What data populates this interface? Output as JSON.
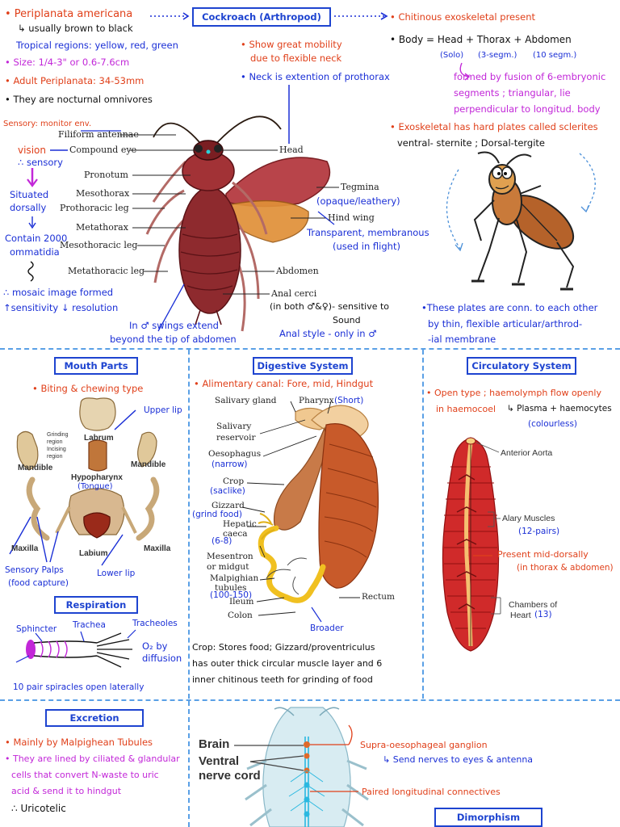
{
  "top": {
    "title": "Cockroach (Arthropod)",
    "species": "• Periplanata americana",
    "color_note": "usually brown to black",
    "regions": "Tropical regions: yellow, red, green",
    "size": "• Size: 1/4-3\" or 0.6-7.6cm",
    "adult": "• Adult Periplanata: 34-53mm",
    "nocturnal": "• They are nocturnal omnivores",
    "mobility_1": "• Show great mobility",
    "mobility_2": "due to flexible neck",
    "neck": "• Neck is extention of prothorax",
    "chitinous": "• Chitinous exoskeletal present",
    "body_eq": "• Body = Head + Thorax + Abdomen",
    "body_solo": "(Solo)",
    "body_thorax": "(3-segm.)",
    "body_abd": "(10 segm.)",
    "fusion_1": "formed by fusion of 6-embryonic",
    "fusion_2": "segments ; triangular, lie",
    "fusion_3": "perpendicular to longitud. body",
    "plates": "• Exoskeletal has hard plates called sclerites",
    "sternite": "ventral- sternite ; Dorsal-tergite",
    "conn_1": "•These plates are conn. to each other",
    "conn_2": "by thin, flexible articular/arthrod-",
    "conn_3": "-ial membrane",
    "sensory": "Sensory: monitor env.",
    "vision": "vision",
    "sensory2": "∴ sensory",
    "situated_1": "Situated",
    "situated_2": "dorsally",
    "contain_1": "Contain 2000",
    "contain_2": "ommatidia",
    "mosaic": "∴ mosaic image formed",
    "sensitivity": "↑sensitivity ↓ resolution",
    "swings_1": "In ♂ swings extend",
    "swings_2": "beyond the tip of abdomen",
    "opaque": "(opaque/leathery)",
    "transparent_1": "Transparent, membranous",
    "transparent_2": "(used in flight)",
    "cerci_1": "(in both ♂&♀)- sensitive to",
    "cerci_2": "Sound",
    "anal_style": "Anal style - only in ♂"
  },
  "anatomy_labels": {
    "filiform": "Filiform antennae",
    "compound_eye": "Compound eye",
    "pronotum": "Pronotum",
    "mesothorax": "Mesothorax",
    "prothoracic_leg": "Prothoracic leg",
    "metathorax": "Metathorax",
    "mesothoracic_leg": "Mesothoracic leg",
    "metathoracic_leg": "Metathoracic leg",
    "head": "Head",
    "tegmina": "Tegmina",
    "hind_wing": "Hind wing",
    "abdomen": "Abdomen",
    "anal_cerci": "Anal cerci"
  },
  "mouth": {
    "title": "Mouth Parts",
    "biting": "• Biting & chewing type",
    "upper_lip": "Upper lip",
    "labrum": "Labrum",
    "grinding": "Grinding",
    "region": "region",
    "incising": "Incising",
    "region2": "region",
    "mandible_l": "Mandible",
    "mandible_r": "Mandible",
    "hypopharynx": "Hypopharynx",
    "tongue": "(Tongue)",
    "maxilla_l": "Maxilla",
    "maxilla_r": "Maxilla",
    "labium": "Labium",
    "lower_lip": "Lower lip",
    "palps_1": "Sensory Palps",
    "palps_2": "(food capture)"
  },
  "respiration": {
    "title": "Respiration",
    "sphincter": "Sphincter",
    "trachea": "Trachea",
    "tracheoles": "Tracheoles",
    "o2_1": "O₂ by",
    "o2_2": "diffusion",
    "spiracles": "10 pair spiracles open laterally"
  },
  "digestive": {
    "title": "Digestive System",
    "canal": "• Alimentary canal: Fore, mid, Hindgut",
    "salivary_gland": "Salivary gland",
    "pharynx": "Pharynx",
    "short": "(Short)",
    "salivary_res_1": "Salivary",
    "salivary_res_2": "reservoir",
    "oesophagus": "Oesophagus",
    "narrow": "(narrow)",
    "crop": "Crop",
    "saclike": "(saclike)",
    "gizzard": "Gizzard",
    "grind": "(grind food)",
    "hepatic_1": "Hepatic",
    "hepatic_2": "caeca",
    "hepatic_n": "(6-8)",
    "mesentron_1": "Mesentron",
    "mesentron_2": "or midgut",
    "malpighian_1": "Malpighian",
    "malpighian_2": "tubules",
    "malpighian_n": "(100-150)",
    "ileum": "Ileum",
    "colon": "Colon",
    "rectum": "Rectum",
    "broader": "Broader",
    "crop_note_1": "Crop: Stores food; Gizzard/proventriculus",
    "crop_note_2": "has outer thick circular muscle layer and 6",
    "crop_note_3": "inner chitinous teeth for grinding of food"
  },
  "circulatory": {
    "title": "Circulatory System",
    "open_1": "• Open type ; haemolymph flow openly",
    "open_2": "in haemocoel",
    "plasma": "Plasma + haemocytes",
    "colourless": "(colourless)",
    "anterior_aorta": "Anterior Aorta",
    "alary": "Alary Muscles",
    "alary_n": "(12-pairs)",
    "present_1": "Present mid-dorsally",
    "present_2": "(in thorax & abdomen)",
    "chambers_1": "Chambers of",
    "chambers_2": "Heart",
    "chambers_n": "(13)"
  },
  "excretion": {
    "title": "Excretion",
    "mainly": "• Mainly by Malpighean Tubules",
    "lined_1": "• They are lined by ciliated & glandular",
    "lined_2": "cells that convert N-waste to uric",
    "lined_3": "acid & send it to hindgut",
    "uricotelic": "∴ Uricotelic"
  },
  "nervous": {
    "brain": "Brain",
    "ventral_1": "Ventral",
    "ventral_2": "nerve cord",
    "supra": "Supra-oesophageal ganglion",
    "nerves": "Send nerves to eyes & antenna",
    "paired": "Paired longitudinal connectives"
  },
  "dimorphism": {
    "title": "Dimorphism"
  },
  "colors": {
    "red_ink": "#e0401a",
    "blue_ink": "#1a2fd6",
    "magenta_ink": "#c227d8",
    "box_border": "#1e44d0",
    "divider": "#5aa0e6"
  }
}
